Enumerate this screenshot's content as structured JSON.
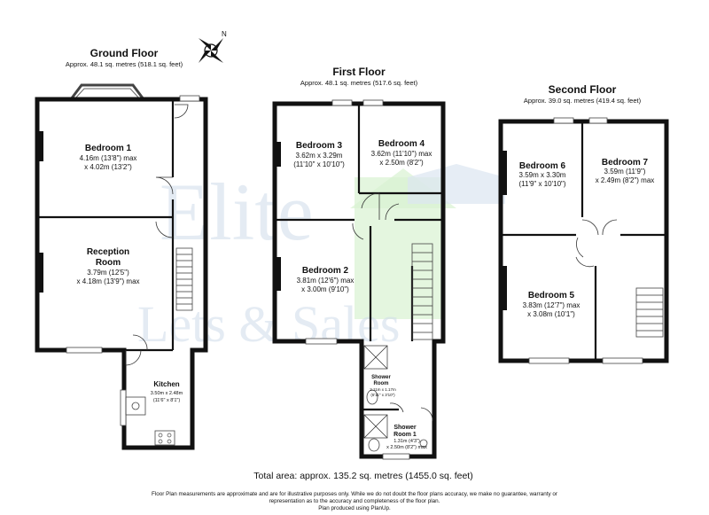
{
  "ground_floor": {
    "title": "Ground Floor",
    "area": "Approx. 48.1 sq. metres (518.1 sq. feet)",
    "rooms": [
      {
        "name": "Bedroom 1",
        "dims": [
          "4.16m (13'8\") max",
          "x 4.02m (13'2\")"
        ]
      },
      {
        "name": "Reception",
        "name2": "Room",
        "dims": [
          "3.79m (12'5\")",
          "x 4.18m (13'9\") max"
        ]
      },
      {
        "name": "Kitchen",
        "dims": [
          "3.50m x 2.48m",
          "(11'6\" x 8'1\")"
        ]
      }
    ]
  },
  "first_floor": {
    "title": "First Floor",
    "area": "Approx. 48.1 sq. metres (517.6 sq. feet)",
    "rooms": [
      {
        "name": "Bedroom 3",
        "dims": [
          "3.62m x 3.29m",
          "(11'10\" x 10'10\")"
        ]
      },
      {
        "name": "Bedroom 4",
        "dims": [
          "3.62m (11'10\") max",
          "x 2.50m (8'2\")"
        ]
      },
      {
        "name": "Bedroom 2",
        "dims": [
          "3.81m (12'6\") max",
          "x 3.00m (9'10\")"
        ]
      },
      {
        "name": "Shower",
        "name2": "Room",
        "dims": [
          "2.11m x 1.17m",
          "(6'11\" x 3'10\")"
        ]
      },
      {
        "name": "Shower",
        "name2": "Room 1",
        "dims": [
          "1.31m (4'3\")",
          "x 2.50m (8'2\") max"
        ]
      }
    ]
  },
  "second_floor": {
    "title": "Second Floor",
    "area": "Approx. 39.0 sq. metres (419.4 sq. feet)",
    "rooms": [
      {
        "name": "Bedroom 6",
        "dims": [
          "3.59m x 3.30m",
          "(11'9\" x 10'10\")"
        ]
      },
      {
        "name": "Bedroom 7",
        "dims": [
          "3.59m (11'9\")",
          "x 2.49m (8'2\") max"
        ]
      },
      {
        "name": "Bedroom 5",
        "dims": [
          "3.83m (12'7\") max",
          "x 3.08m (10'1\")"
        ]
      }
    ]
  },
  "compass": {
    "label": "N",
    "icon": "compass-icon"
  },
  "total_area": "Total area: approx. 135.2 sq. metres (1455.0 sq. feet)",
  "disclaimer": [
    "Floor Plan measurements are approximate and are for illustrative purposes only. While we do not doubt the floor plans accuracy, we make no guarantee, warranty or",
    "representation as to the accuracy and completeness of the floor plan.",
    "Plan produced using PlanUp."
  ],
  "watermark": {
    "line1": "Elite",
    "line2": "Lets & Sales"
  },
  "colors": {
    "wall": "#111111",
    "watermark_blue": "#cfdcea",
    "watermark_green": "#cfeec6"
  }
}
